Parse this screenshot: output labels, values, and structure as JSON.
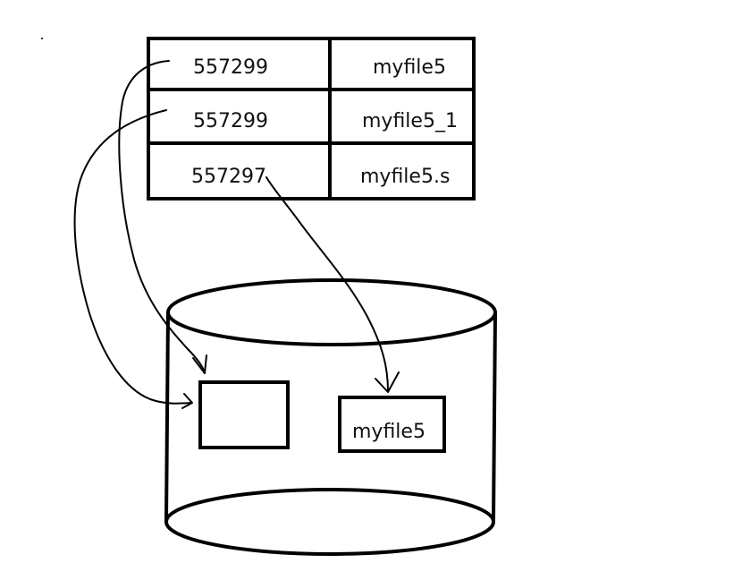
{
  "table": {
    "rows": [
      {
        "inode": "557299",
        "name": "myfile5"
      },
      {
        "inode": "557299",
        "name": "myfile5_1"
      },
      {
        "inode": "557297",
        "name": "myfile5.s"
      }
    ]
  },
  "disk": {
    "data_block_label": "",
    "symlink_block_label": "myfile5"
  },
  "colors": {
    "ink": "#000000",
    "background": "#ffffff"
  }
}
